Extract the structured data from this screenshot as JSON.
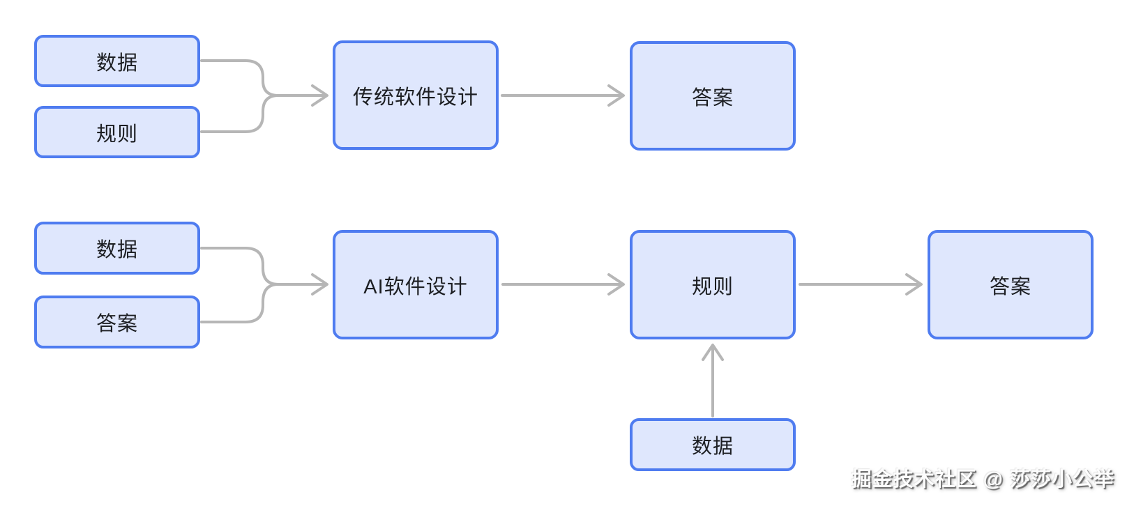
{
  "diagram": {
    "title_hint": "traditional vs AI software design flowchart",
    "colors": {
      "background": "#ffffff",
      "node_fill": "#dfe7fd",
      "node_border": "#4f7cf0",
      "connector": "#b6b6b6",
      "node_text": "#1c1e22",
      "watermark_text": "#fdfdfd"
    },
    "rows": [
      {
        "name": "traditional-software-design",
        "inputs": [
          {
            "label": "数据"
          },
          {
            "label": "规则"
          }
        ],
        "process": {
          "label": "传统软件设计"
        },
        "output": {
          "label": "答案"
        }
      },
      {
        "name": "ai-software-design",
        "inputs": [
          {
            "label": "数据"
          },
          {
            "label": "答案"
          }
        ],
        "process": {
          "label": "AI软件设计"
        },
        "output": {
          "label": "规则"
        },
        "final": {
          "label": "答案"
        },
        "extra_input": {
          "label": "数据"
        }
      }
    ],
    "watermark": "掘金技术社区 @ 莎莎小公举"
  }
}
